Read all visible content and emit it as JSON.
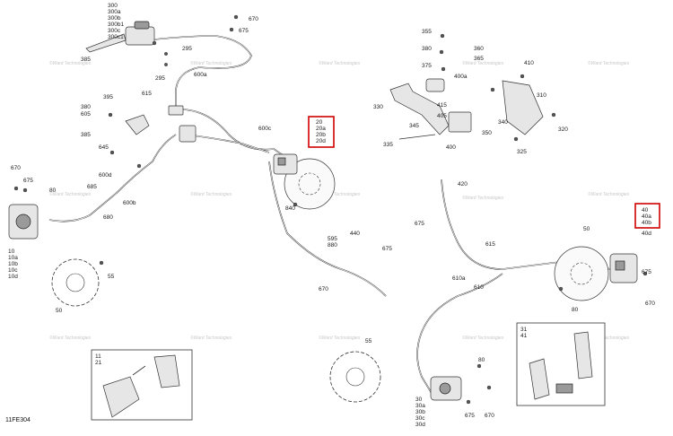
{
  "figure_id": "11FE304",
  "watermark": "©Ward Technologies",
  "callouts": {
    "c300": [
      "300",
      "300a",
      "300b",
      "300b1",
      "300c",
      "300c1"
    ],
    "c670a": "670",
    "c675a": "675",
    "c295a": "295",
    "c295b": "295",
    "c600a": "600a",
    "c385": "385",
    "c615": "615",
    "c395": "395",
    "c380": "380",
    "c605": "605",
    "c645": "645",
    "c600d": "600d",
    "c600c": "600c",
    "c600b": "600b",
    "c670b": "670",
    "c675b": "675",
    "c80a": "80",
    "c685": "685",
    "c680": "680",
    "c10": [
      "10",
      "10a",
      "10b",
      "10c",
      "10d"
    ],
    "c55a": "55",
    "c50a": "50",
    "c840": "840",
    "c595": "595",
    "c880": "880",
    "c440": "440",
    "c675c": "675",
    "c670c": "670",
    "c355": "355",
    "c360": "360",
    "c365": "365",
    "c375": "375",
    "c400a": "400a",
    "c410": "410",
    "c310": "310",
    "c330": "330",
    "c415": "415",
    "c405": "405",
    "c340": "340",
    "c320": "320",
    "c345": "345",
    "c350": "350",
    "c335": "335",
    "c400": "400",
    "c325": "325",
    "c420": "420",
    "c675d": "675",
    "c615b": "615",
    "c610a": "610a",
    "c610": "610",
    "c50b": "50",
    "c80b": "80",
    "c675e": "675",
    "c670d": "670",
    "c40d": "40d",
    "c55b": "55",
    "c80c": "80",
    "c30": [
      "30",
      "30a",
      "30b",
      "30c",
      "30d"
    ],
    "c675f": "675",
    "c670e": "670",
    "c11": [
      "11",
      "21"
    ],
    "c31": [
      "31",
      "41"
    ]
  },
  "highlighted": {
    "front_left_caliper": [
      "20",
      "20a",
      "20b",
      "20d"
    ],
    "front_right_caliper": [
      "40",
      "40a",
      "40b"
    ]
  },
  "colors": {
    "highlight": "#d00000",
    "ink": "#333333"
  }
}
